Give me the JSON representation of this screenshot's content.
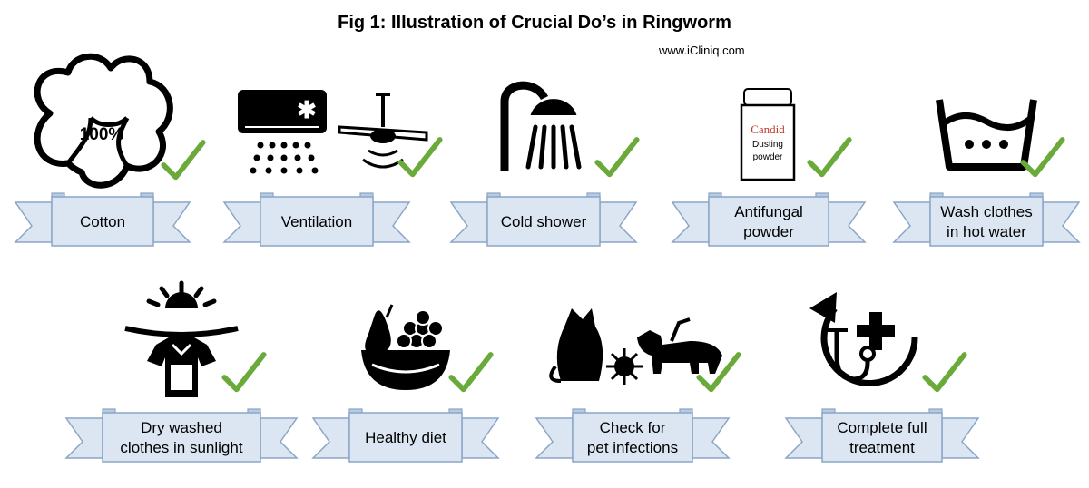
{
  "header": {
    "title": "Fig 1: Illustration of Crucial Do’s in Ringworm",
    "credit": "www.iCliniq.com"
  },
  "colors": {
    "ribbon_fill": "#dce6f2",
    "ribbon_stroke": "#8aa6c6",
    "check": "#6aaa3a",
    "icon": "#000000",
    "powder_brand": "#c0392b"
  },
  "items": [
    {
      "id": "cotton",
      "icon": "cotton-icon",
      "label": [
        "Cotton"
      ],
      "icon_text": "100%"
    },
    {
      "id": "ventilation",
      "icon": "air-conditioner-and-fan-icon",
      "label": [
        "Ventilation"
      ]
    },
    {
      "id": "cold-shower",
      "icon": "shower-icon",
      "label": [
        "Cold shower"
      ]
    },
    {
      "id": "antifungal-powder",
      "icon": "powder-bottle-icon",
      "label": [
        "Antifungal",
        "powder"
      ],
      "icon_text": [
        "Candid",
        "Dusting",
        "powder"
      ]
    },
    {
      "id": "wash-clothes",
      "icon": "wash-basin-icon",
      "label": [
        "Wash clothes",
        "in hot water"
      ]
    },
    {
      "id": "dry-clothes",
      "icon": "sun-and-shirt-icon",
      "label": [
        "Dry washed",
        "clothes in sunlight"
      ]
    },
    {
      "id": "healthy-diet",
      "icon": "fruit-bowl-icon",
      "label": [
        "Healthy diet"
      ]
    },
    {
      "id": "pet-infections",
      "icon": "cat-dog-virus-icon",
      "label": [
        "Check for",
        "pet infections"
      ]
    },
    {
      "id": "full-treatment",
      "icon": "stethoscope-cross-icon",
      "label": [
        "Complete full",
        "treatment"
      ]
    }
  ]
}
